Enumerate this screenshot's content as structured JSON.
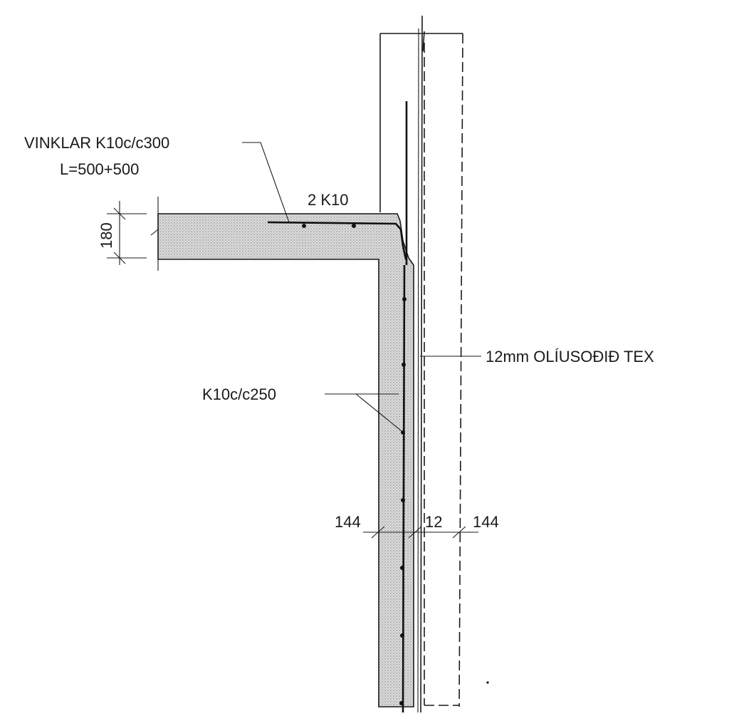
{
  "labels": {
    "vinklar_line1": "VINKLAR K10c/c300",
    "vinklar_line2": "L=500+500",
    "top_bars": "2 K10",
    "slab_thickness": "180",
    "board": "12mm OLÍUSOÐIÐ TEX",
    "wall_rebar": "K10c/c250",
    "dim_left": "144",
    "dim_mid": "12",
    "dim_right": "144"
  },
  "colors": {
    "ink": "#1a1a1a",
    "concrete_fill": "#d4d4d4",
    "background": "#ffffff"
  }
}
